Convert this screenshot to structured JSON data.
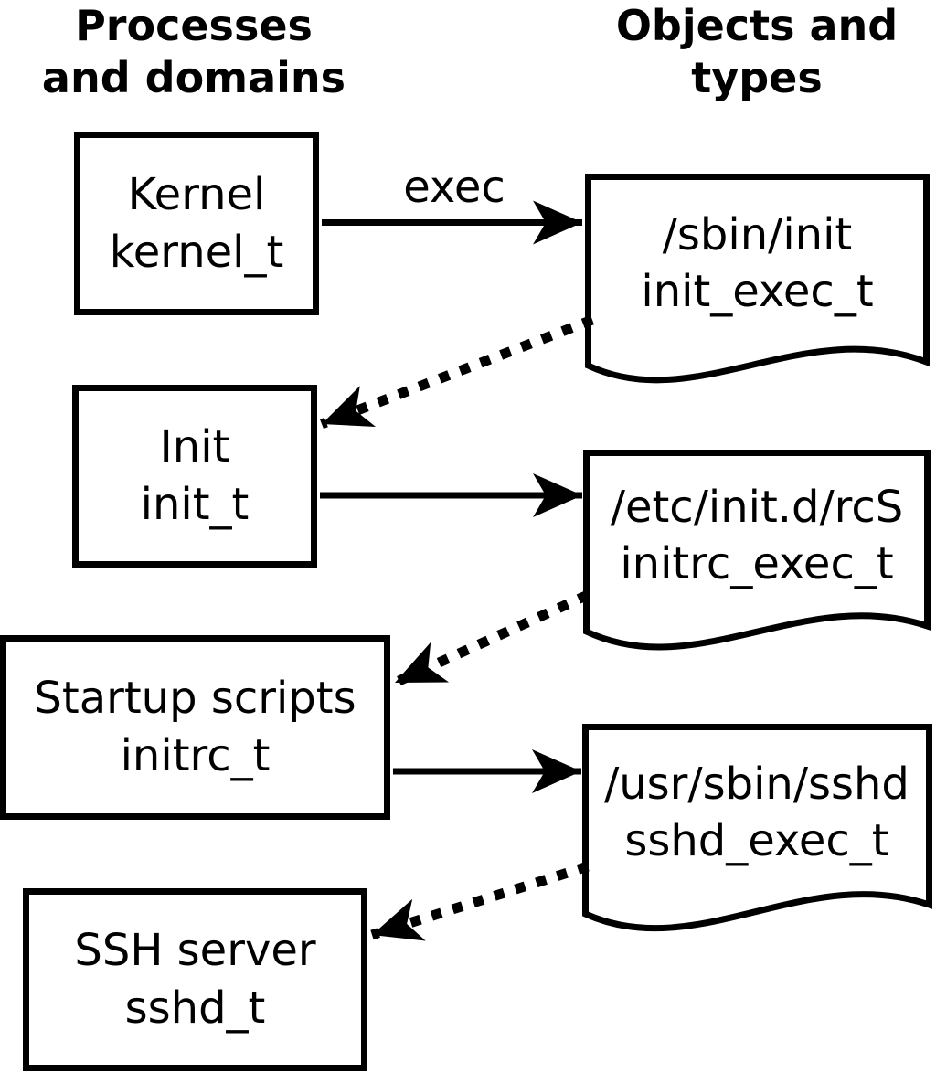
{
  "diagram": {
    "title_columns": {
      "left": {
        "line1": "Processes",
        "line2": "and domains"
      },
      "right": {
        "line1": "Objects and",
        "line2": "types"
      }
    },
    "colors": {
      "ink": "#000000",
      "background": "#ffffff"
    },
    "processes": [
      {
        "name": "Kernel",
        "type": "kernel_t"
      },
      {
        "name": "Init",
        "type": "init_t"
      },
      {
        "name": "Startup scripts",
        "type": "initrc_t"
      },
      {
        "name": "SSH server",
        "type": "sshd_t"
      }
    ],
    "objects": [
      {
        "path": "/sbin/init",
        "type": "init_exec_t"
      },
      {
        "path": "/etc/init.d/rcS",
        "type": "initrc_exec_t"
      },
      {
        "path": "/usr/sbin/sshd",
        "type": "sshd_exec_t"
      }
    ],
    "edge_labels": {
      "exec": "exec"
    },
    "edges": [
      {
        "from": "kernel_t",
        "to": "init_exec_t",
        "style": "solid",
        "label": "exec"
      },
      {
        "from": "init_exec_t",
        "to": "init_t",
        "style": "dotted",
        "label": ""
      },
      {
        "from": "init_t",
        "to": "initrc_exec_t",
        "style": "solid",
        "label": ""
      },
      {
        "from": "initrc_exec_t",
        "to": "initrc_t",
        "style": "dotted",
        "label": ""
      },
      {
        "from": "initrc_t",
        "to": "sshd_exec_t",
        "style": "solid",
        "label": ""
      },
      {
        "from": "sshd_exec_t",
        "to": "sshd_t",
        "style": "dotted",
        "label": ""
      }
    ]
  }
}
